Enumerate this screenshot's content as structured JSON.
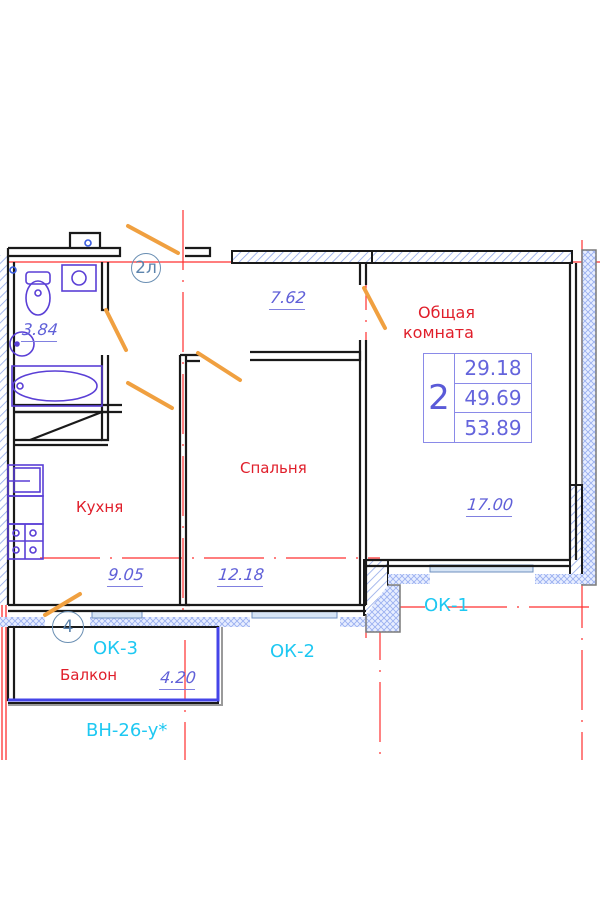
{
  "plan": {
    "apartment": {
      "room_count": "2",
      "living_area": "29.18",
      "total_area": "49.69",
      "total_area_with_balcony": "53.89"
    },
    "rooms": [
      {
        "name": "",
        "area": "3.84"
      },
      {
        "name": "",
        "area": "7.62"
      },
      {
        "name": "Общая комната",
        "area": "17.00"
      },
      {
        "name": "Спальня",
        "area": "12.18"
      },
      {
        "name": "Кухня",
        "area": "9.05"
      },
      {
        "name": "Балкон",
        "area": "4.20"
      }
    ],
    "room_labels": {
      "living_room_line1": "Общая",
      "living_room_line2": "комната",
      "bedroom": "Спальня",
      "kitchen": "Кухня",
      "balcony": "Балкон"
    },
    "windows": {
      "ok1": "ОК-1",
      "ok2": "ОК-2",
      "ok3": "ОК-3",
      "balcony_glazing": "ВН-26-у*"
    },
    "markers": {
      "entrance": "2л",
      "balcony_door": "4"
    },
    "colors": {
      "wall": "#1a1a1a",
      "axis": "#ff2a2a",
      "fixture": "#5a3fd6",
      "door": "#f0a040",
      "room_name": "#e01e2a",
      "area": "#6060d8",
      "window_label": "#1ec8f2"
    }
  }
}
